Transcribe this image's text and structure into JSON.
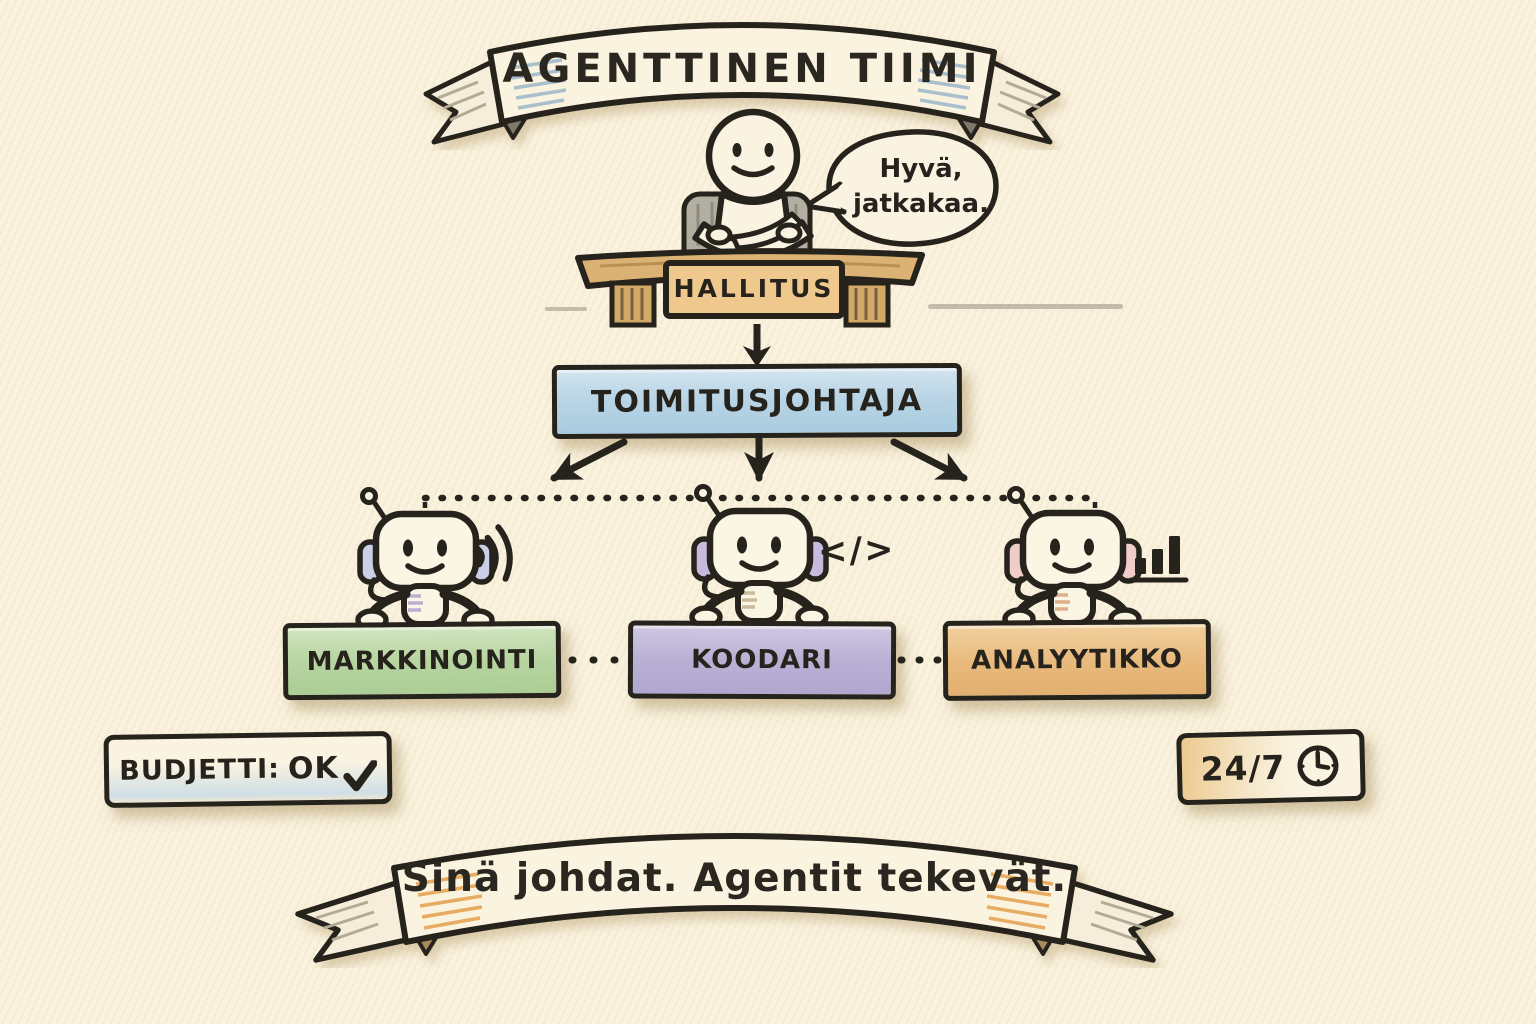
{
  "title_banner": {
    "text": "AGENTTINEN TIIMI"
  },
  "board": {
    "desk_label": "HALLITUS",
    "speech_bubble": {
      "line1": "Hyvä,",
      "line2": "jatkakaa."
    }
  },
  "ceo_box": {
    "label": "TOIMITUSJOHTAJA",
    "color": "#b9d5e6"
  },
  "agents": [
    {
      "label": "MARKKINOINTI",
      "color": "#b7d5a1",
      "icon": "sound-waves-icon"
    },
    {
      "label": "KOODARI",
      "color": "#b9b1d5",
      "icon": "code-icon",
      "glyph": "</>"
    },
    {
      "label": "ANALYYTIKKO",
      "color": "#e8b97c",
      "icon": "bar-chart-icon"
    }
  ],
  "badges": {
    "budget": {
      "label": "BUDJETTI:",
      "value": "OK",
      "icon": "check-icon"
    },
    "uptime": {
      "label": "24/7",
      "icon": "clock-icon"
    }
  },
  "footer_banner": {
    "text": "Sinä johdat. Agentit tekevät."
  },
  "colors": {
    "background": "#f9f1dc",
    "ink": "#26221c",
    "ceo_box": "#b9d5e6",
    "marketing_box": "#b7d5a1",
    "coder_box": "#b9b1d5",
    "analyst_box": "#e8b97c",
    "budget_wash": "#cfdfe6",
    "uptime_wash": "#edc98f"
  }
}
